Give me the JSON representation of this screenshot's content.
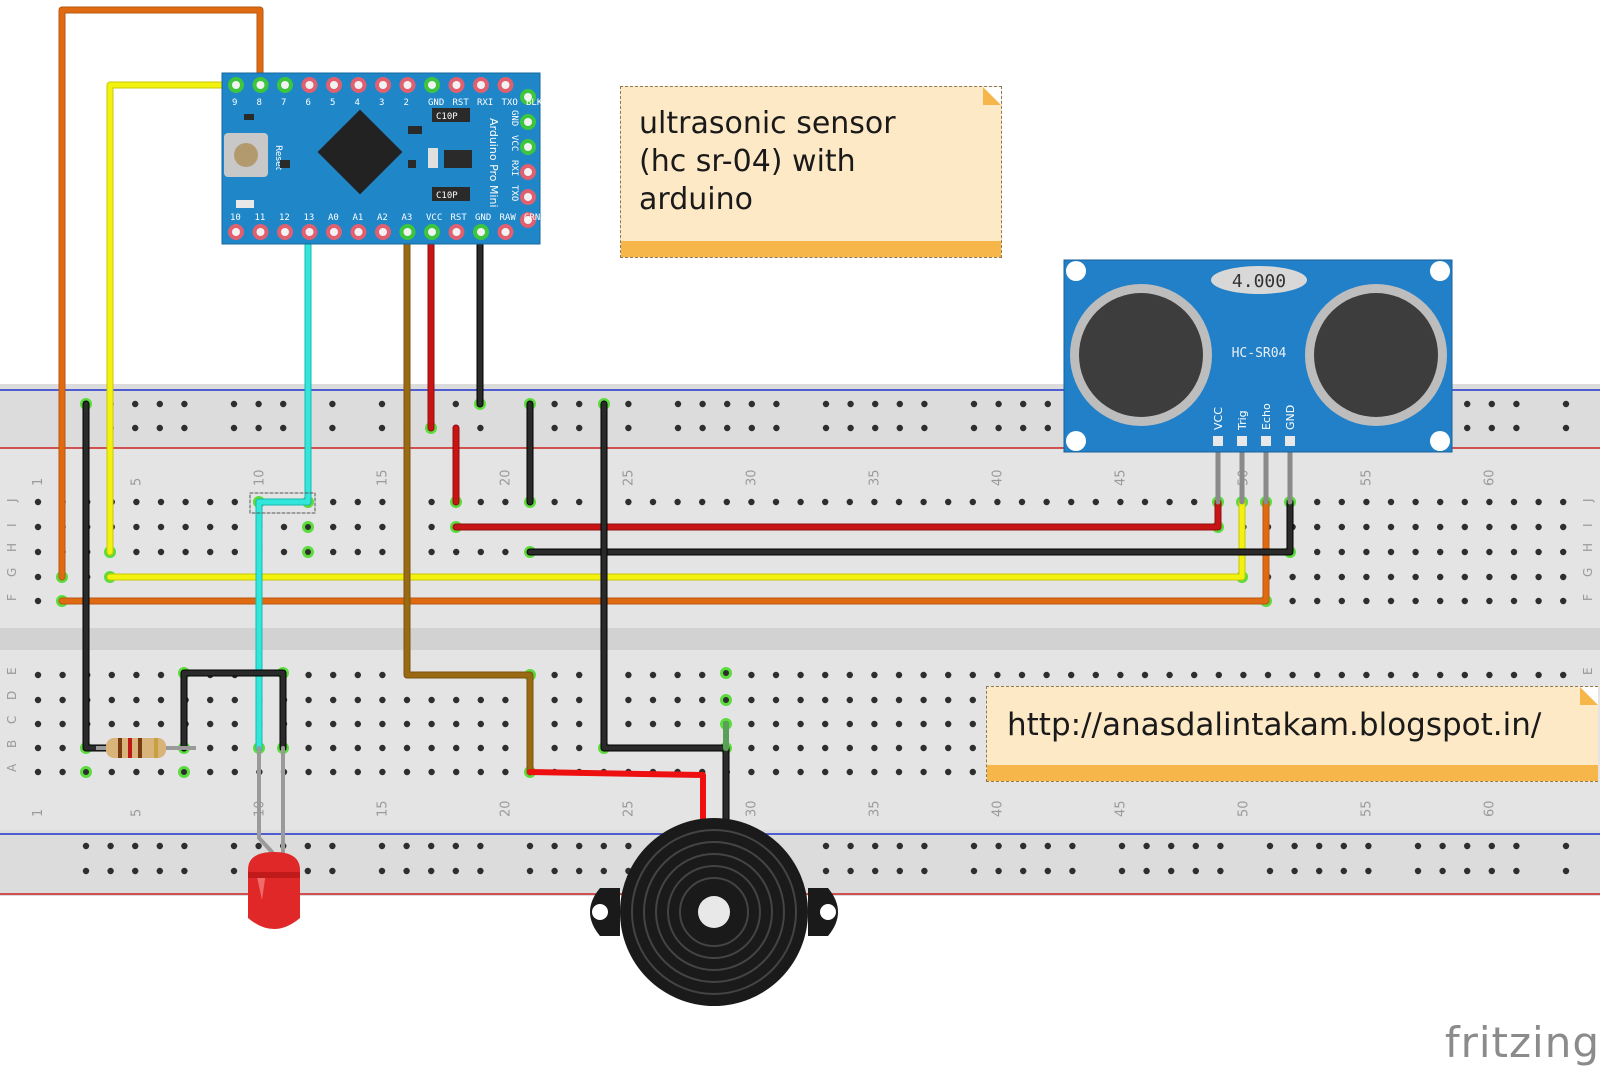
{
  "notes": {
    "title": "ultrasonic sensor\n (hc sr-04) with\narduino",
    "url": "http://anasdalintakam.blogspot.in/"
  },
  "brand": "fritzing",
  "breadboard": {
    "column_numbers": [
      "1",
      "5",
      "10",
      "15",
      "20",
      "25",
      "30",
      "35",
      "40",
      "45",
      "50",
      "55",
      "60"
    ],
    "row_letters_top": [
      "J",
      "I",
      "H",
      "G",
      "F"
    ],
    "row_letters_bottom": [
      "E",
      "D",
      "C",
      "B",
      "A"
    ]
  },
  "arduino": {
    "board_label": "Arduino Pro Mini",
    "reset_label": "Reset",
    "top_pins": [
      "9",
      "8",
      "7",
      "6",
      "5",
      "4",
      "3",
      "2",
      "GND",
      "RST",
      "RXI",
      "TXO",
      "BLK"
    ],
    "bottom_pins": [
      "10",
      "11",
      "12",
      "13",
      "A0",
      "A1",
      "A2",
      "A3",
      "VCC",
      "RST",
      "GND",
      "RAW",
      "GRN"
    ],
    "side_pins": [
      "GND",
      "VCC",
      "RXI",
      "TXO"
    ],
    "chip_labels": [
      "C10P",
      "C10P"
    ]
  },
  "sensor": {
    "model": "HC-SR04",
    "crystal": "4.000",
    "pins": [
      "VCC",
      "Trig",
      "Echo",
      "GND"
    ]
  },
  "colors": {
    "board_blue": "#1f86c7",
    "sensor_blue": "#2280c8",
    "wire_orange": "#e06a12",
    "wire_yellow": "#f2f20e",
    "wire_cyan": "#33e6dc",
    "wire_brown": "#9a6a12",
    "wire_red": "#c81414",
    "wire_black": "#1e1e1e",
    "note_fill": "#fde9c6",
    "note_band": "#f6b64a"
  }
}
